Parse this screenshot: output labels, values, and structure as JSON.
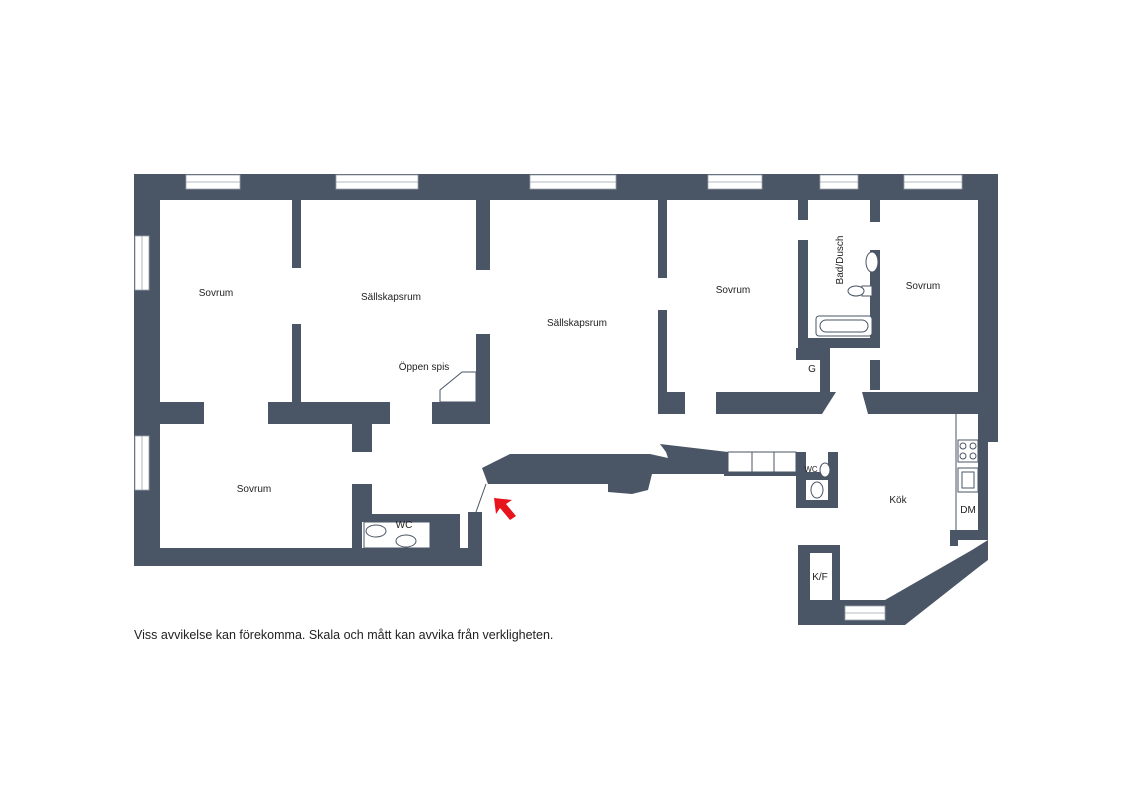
{
  "rooms": {
    "sovrum_nw": "Sovrum",
    "sallskapsrum_1": "Sällskapsrum",
    "sallskapsrum_2": "Sällskapsrum",
    "oppen_spis": "Öppen spis",
    "sovrum_sw": "Sovrum",
    "wc_1": "WC",
    "sovrum_mid": "Sovrum",
    "bad_dusch": "Bad/Dusch",
    "sovrum_ne": "Sovrum",
    "g": "G",
    "wc_2": "WC",
    "kok": "Kök",
    "dm": "DM",
    "kf": "K/F"
  },
  "disclaimer": "Viss avvikelse kan förekomma. Skala och mått kan avvika från verkligheten.",
  "colors": {
    "wall": "#4a5565",
    "entrance_arrow": "#e8141b",
    "text": "#222222"
  },
  "icons": {
    "entrance": "entrance-arrow-icon"
  }
}
